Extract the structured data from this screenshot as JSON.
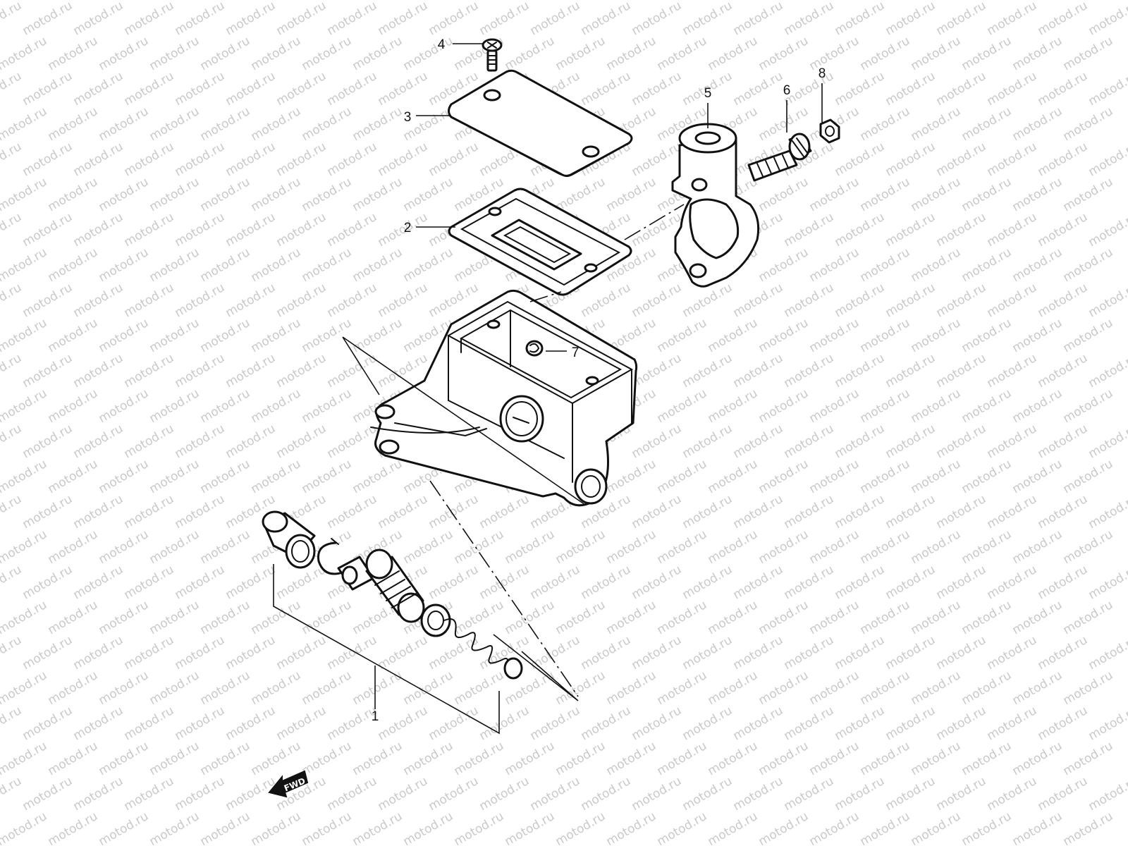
{
  "watermark": {
    "text": "motod.ru"
  },
  "callouts": [
    {
      "id": "1",
      "label": "1"
    },
    {
      "id": "2",
      "label": "2"
    },
    {
      "id": "3",
      "label": "3"
    },
    {
      "id": "4",
      "label": "4"
    },
    {
      "id": "5",
      "label": "5"
    },
    {
      "id": "6",
      "label": "6"
    },
    {
      "id": "7",
      "label": "7"
    },
    {
      "id": "8",
      "label": "8"
    }
  ],
  "fwd_marker": {
    "text": "FWD"
  }
}
